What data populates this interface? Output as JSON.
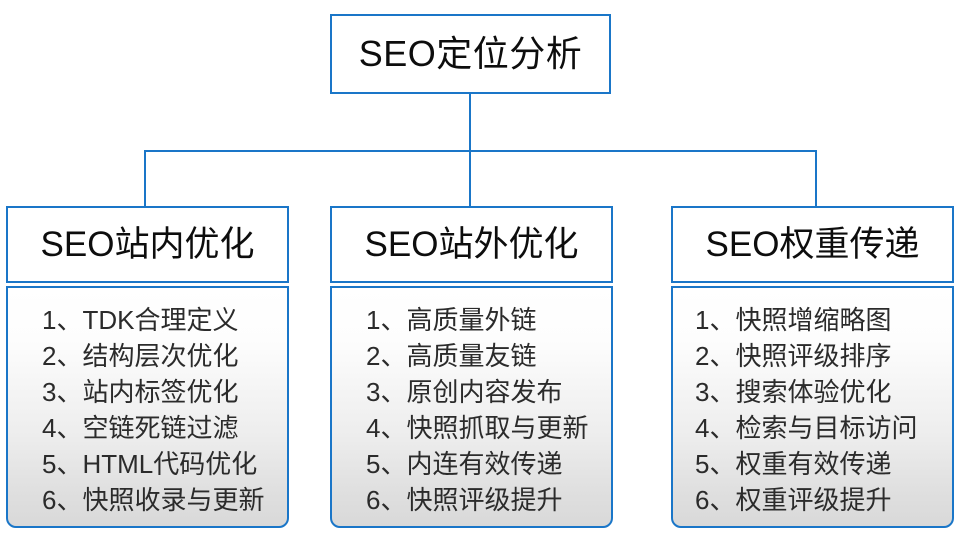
{
  "diagram": {
    "type": "org-chart",
    "root": {
      "title": "SEO定位分析"
    },
    "colors": {
      "border": "#1a76c8",
      "connector": "#1a76c8",
      "header_fill": "#ffffff",
      "body_fill_top": "#ffffff",
      "body_fill_bottom": "#d9d9d9",
      "text": "#0d0d0d",
      "list_text": "#2b2b2b"
    },
    "branches": [
      {
        "title": "SEO站内优化",
        "items": [
          "1、TDK合理定义",
          "2、结构层次优化",
          "3、站内标签优化",
          "4、空链死链过滤",
          "5、HTML代码优化",
          "6、快照收录与更新"
        ]
      },
      {
        "title": "SEO站外优化",
        "items": [
          "1、高质量外链",
          "2、高质量友链",
          "3、原创内容发布",
          "4、快照抓取与更新",
          "5、内连有效传递",
          "6、快照评级提升"
        ]
      },
      {
        "title": "SEO权重传递",
        "items": [
          "1、快照增缩略图",
          "2、快照评级排序",
          "3、搜索体验优化",
          "4、检索与目标访问",
          "5、权重有效传递",
          "6、权重评级提升"
        ]
      }
    ]
  }
}
